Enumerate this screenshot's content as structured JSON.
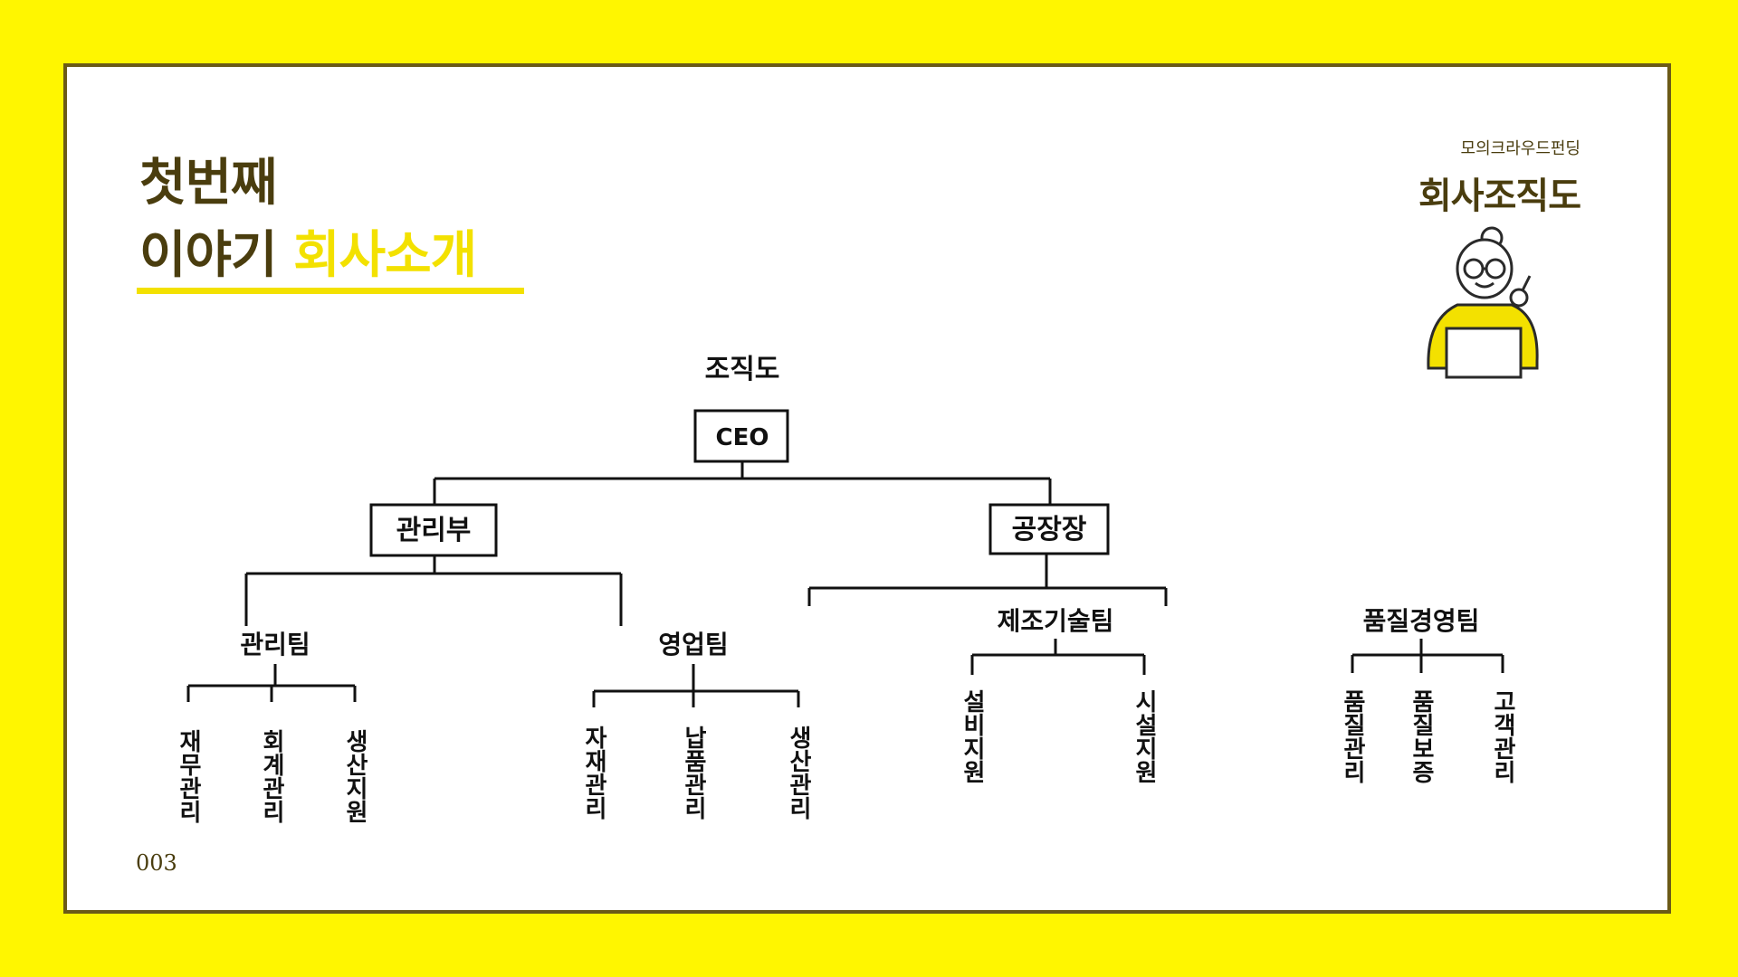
{
  "slide": {
    "title_line1": "첫번째",
    "title_line2_prefix": "이야기",
    "title_line2_accent": "회사소개",
    "brand_sub": "모의크라우드펀딩",
    "brand_title": "회사조직도",
    "page_number": "003"
  },
  "org_chart": {
    "heading": "조직도",
    "root": "CEO",
    "divisions": [
      {
        "name": "관리부",
        "teams": [
          {
            "name": "관리팀",
            "roles": [
              "재무관리",
              "회계관리",
              "생산지원"
            ]
          },
          {
            "name": "영업팀",
            "roles": [
              "자재관리",
              "납품관리",
              "생산관리"
            ]
          }
        ]
      },
      {
        "name": "공장장",
        "teams": [
          {
            "name": "제조기술팀",
            "roles": [
              "설비지원",
              "시설지원"
            ]
          },
          {
            "name": "품질경영팀",
            "roles": [
              "품질관리",
              "품질보증",
              "고객관리"
            ]
          }
        ]
      }
    ]
  },
  "colors": {
    "background": "#fff600",
    "accent": "#f3e100",
    "text_dark": "#4a3d0e",
    "border": "#6b5a17"
  }
}
